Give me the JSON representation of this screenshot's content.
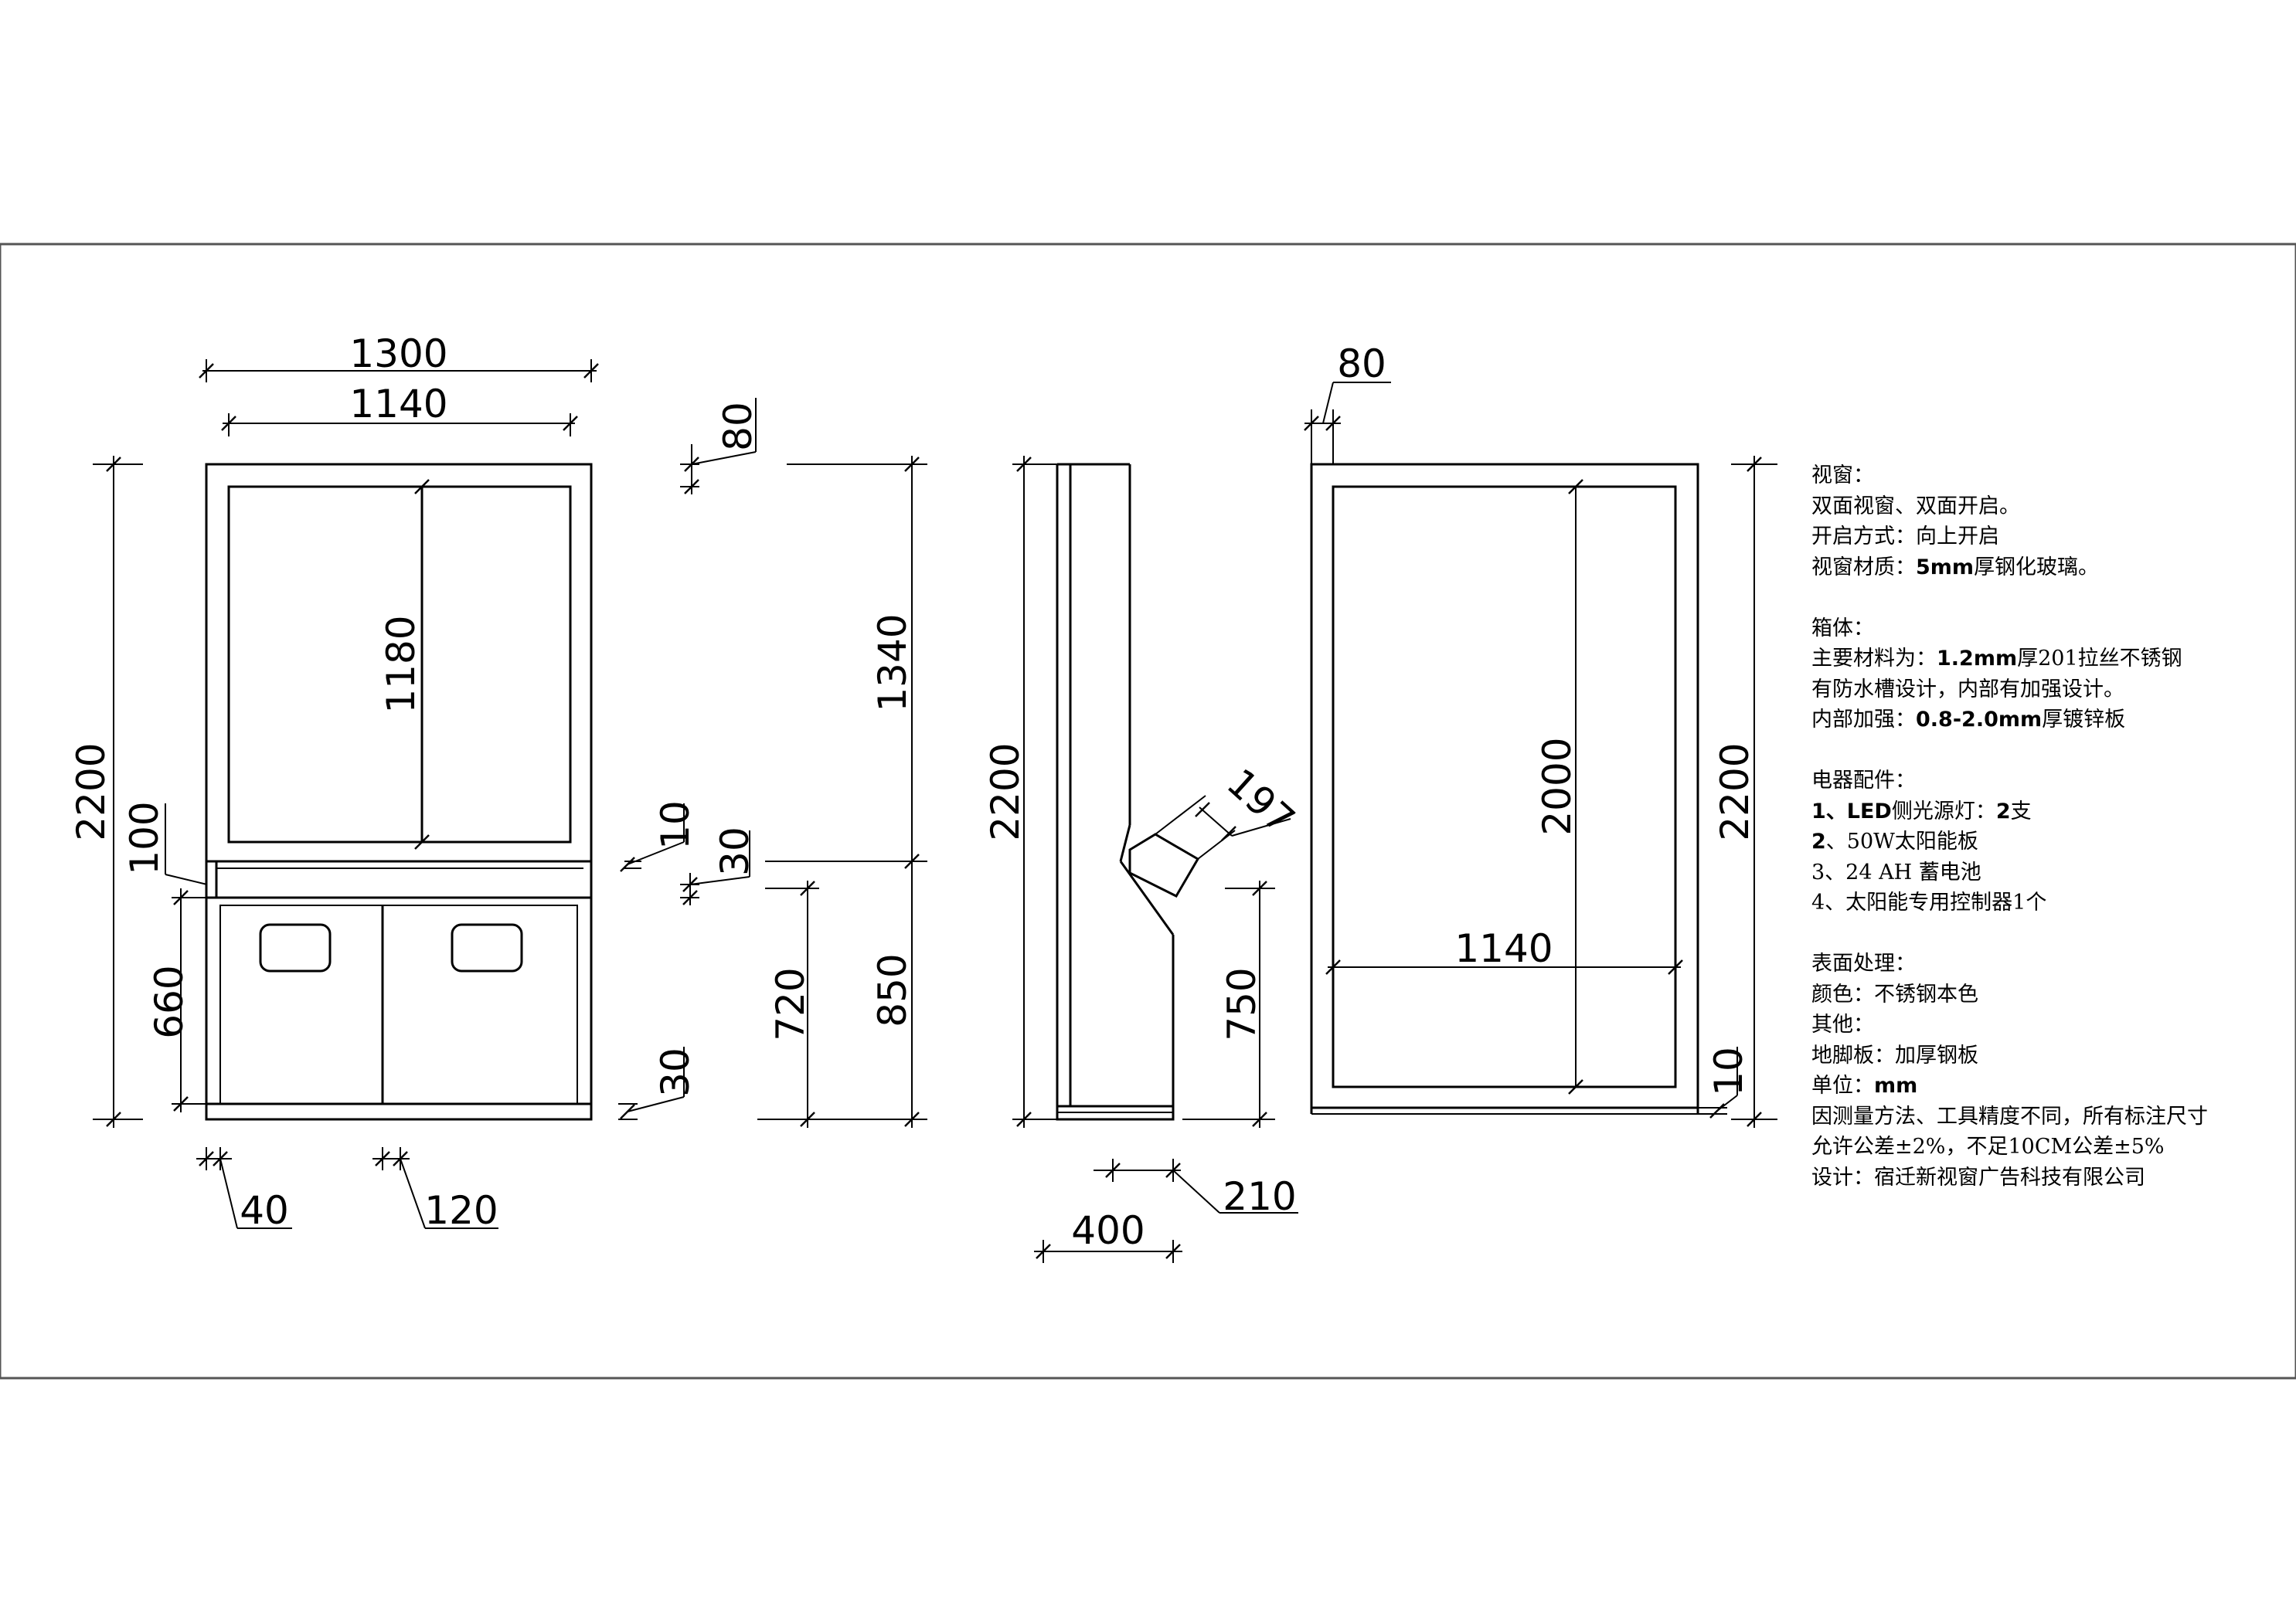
{
  "front_view": {
    "width_total": "1300",
    "width_inner": "1140",
    "window_height": "1180",
    "height_total": "2200",
    "top_frame": "80",
    "gap_10": "10",
    "gap_30_mid": "30",
    "gap_30_bottom": "30",
    "base_100": "100",
    "cabinet_660": "660",
    "side_40": "40",
    "side_120": "120"
  },
  "side_view": {
    "upper_height": "1340",
    "lower_height": "850",
    "cabinet_720": "720",
    "height_total": "2200",
    "angle_197": "197",
    "cabinet_750": "750",
    "depth_400": "400",
    "depth_210": "210"
  },
  "back_view": {
    "edge_80": "80",
    "inner_height": "2000",
    "inner_width": "1140",
    "height_total": "2200",
    "bottom_10": "10"
  },
  "notes": {
    "window_heading": "视窗：",
    "window_1": "双面视窗、双面开启。",
    "window_2": "开启方式：向上开启",
    "window_3a": "视窗材质：",
    "window_3b": "5mm",
    "window_3c": "厚钢化玻璃。",
    "box_heading": "箱体：",
    "box_1a": "主要材料为：",
    "box_1b": "1.2mm",
    "box_1c": "厚201拉丝不锈钢",
    "box_2": "有防水槽设计，内部有加强设计。",
    "box_3a": "内部加强：",
    "box_3b": "0.8-2.0mm",
    "box_3c": "厚镀锌板",
    "elec_heading": "电器配件：",
    "elec_1a": "1、LED",
    "elec_1b": "侧光源灯：",
    "elec_1c": "2",
    "elec_1d": "支",
    "elec_2a": "2",
    "elec_2b": "、50W太阳能板",
    "elec_3": "3、24 AH 蓄电池",
    "elec_4": "4、太阳能专用控制器1个",
    "surf_heading": "表面处理：",
    "surf_1": "颜色：不锈钢本色",
    "other_heading": "其他：",
    "other_1": "地脚板：加厚钢板",
    "unit_a": "单位：",
    "unit_b": "mm",
    "tol_1": "因测量方法、工具精度不同，所有标注尺寸",
    "tol_2": "允许公差±2%，不足10CM公差±5%",
    "designer": "设计：宿迁新视窗广告科技有限公司"
  }
}
